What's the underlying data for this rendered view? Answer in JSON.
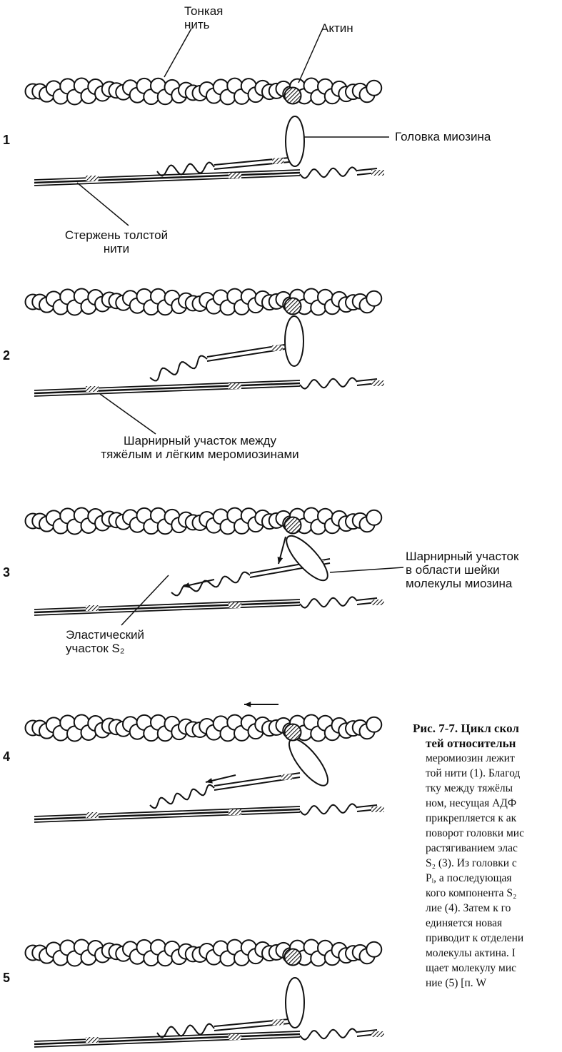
{
  "steps": [
    "1",
    "2",
    "3",
    "4",
    "5"
  ],
  "labels": {
    "thin_filament": "Тонкая\nнить",
    "actin": "Актин",
    "myosin_head": "Головка миозина",
    "thick_rod": "Стержень толстой\nнити",
    "hinge_hmm_lmm": "Шарнирный участок между\nтяжёлым и лёгким меромиозинами",
    "hinge_neck": "Шарнирный участок\nв области шейки\nмолекулы миозина",
    "elastic_s2": "Эластический\nучасток S₂"
  },
  "caption": {
    "title_lines": [
      "Рис. 7-7. Цикл скол",
      "тей относительн"
    ],
    "body_lines": [
      "меромиозин лежит",
      "той нити (1). Благод",
      "тку между тяжёлы",
      "ном, несущая АДФ",
      "прикрепляется к ак",
      "поворот головки мис",
      "растягиванием элас",
      "S₂ (3). Из головки с",
      "Pᵢ, а последующая",
      "кого компонента S₂",
      "лие (4). Затем к го",
      "единяется новая",
      "приводит к отделени",
      "молекулы актина. I",
      "щает молекулу мис",
      "ние (5) [п. W"
    ]
  },
  "colors": {
    "ink": "#111111",
    "paper": "#ffffff"
  }
}
